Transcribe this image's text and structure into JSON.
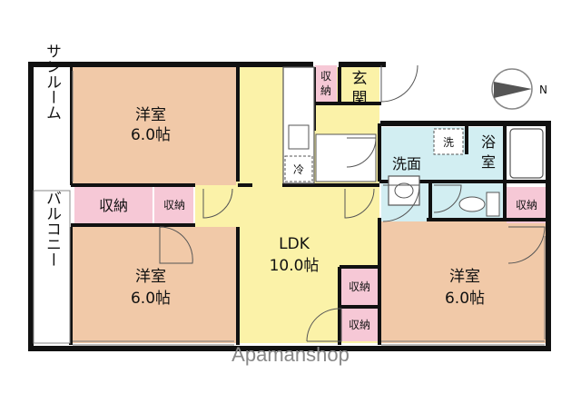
{
  "rooms": {
    "sunroom": "サンルーム",
    "balcony": "バルコニー",
    "western_top_name": "洋室",
    "western_top_size": "6.0帖",
    "western_bottom_name": "洋室",
    "western_bottom_size": "6.0帖",
    "western_right_name": "洋室",
    "western_right_size": "6.0帖",
    "ldk_name": "LDK",
    "ldk_size": "10.0帖",
    "entrance_1": "玄",
    "entrance_2": "関",
    "washroom": "洗面",
    "bath_1": "浴",
    "bath_2": "室"
  },
  "storage": {
    "large": "収納",
    "small_left": "収納",
    "ldk_upper": "収納",
    "ldk_lower": "収納",
    "right": "収納",
    "entrance_1": "収",
    "entrance_2": "納"
  },
  "fixtures": {
    "fridge": "冷",
    "washer": "洗"
  },
  "compass": {
    "label": "N"
  },
  "watermark": "Apamanshop",
  "colors": {
    "western_room": "#f1c9a8",
    "ldk": "#fbf2a8",
    "storage": "#f6c8d6",
    "wet_area": "#d2eef2",
    "wall": "#111111"
  }
}
